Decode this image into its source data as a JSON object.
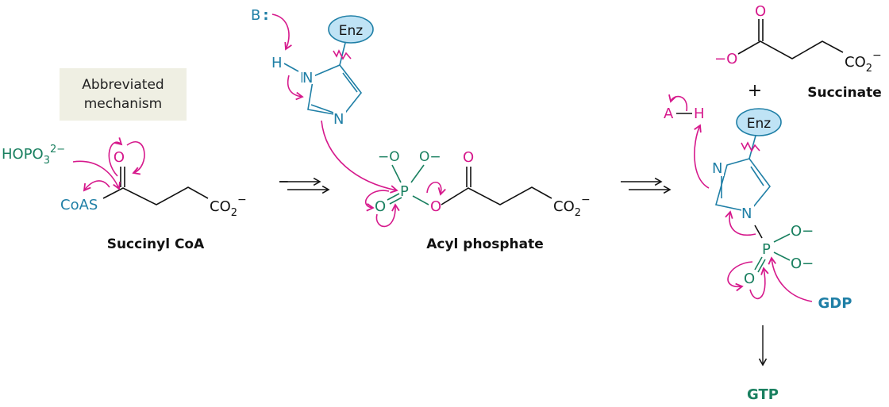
{
  "annotation_box": {
    "line1": "Abbreviated",
    "line2": "mechanism"
  },
  "colors": {
    "magenta": "#d6198c",
    "teal": "#1f7fa6",
    "green": "#1a8060",
    "enz_fill": "#bfe3f5",
    "box_bg": "#efefe3"
  },
  "step1": {
    "reagent": "HOPO",
    "reagent_sub": "3",
    "reagent_sup": "2−",
    "carbonyl_O": "O",
    "thioester": "CoAS",
    "carboxylate": "CO",
    "carboxylate_sub": "2",
    "carboxylate_sup": "−",
    "name": "Succinyl CoA"
  },
  "step2": {
    "base": "B",
    "base_dots": ":",
    "enz": "Enz",
    "H": "H",
    "N1": "N",
    "N3": "N",
    "O_minus_left": "−O",
    "O_minus_right": "O−",
    "P": "P",
    "O_double": "O",
    "O_bridge": "O",
    "carbonyl_O": "O",
    "carboxylate": "CO",
    "carboxylate_sub": "2",
    "carboxylate_sup": "−",
    "name": "Acyl phosphate"
  },
  "step3": {
    "succinate_O_minus": "−O",
    "succinate_carbonyl": "O",
    "carboxylate": "CO",
    "carboxylate_sub": "2",
    "carboxylate_sup": "−",
    "plus": "+",
    "succinate_name": "Succinate",
    "acid_A": "A",
    "acid_H": "H",
    "enz": "Enz",
    "N3": "N",
    "N1": "N",
    "P": "P",
    "O_minus_1": "O−",
    "O_minus_2": "O−",
    "O_double": "O",
    "nucleophile": "GDP",
    "product": "GTP"
  },
  "arrows": {
    "equilibrium_1": "⇀↽",
    "equilibrium_2": "⇀↽",
    "reaction": "↓"
  }
}
